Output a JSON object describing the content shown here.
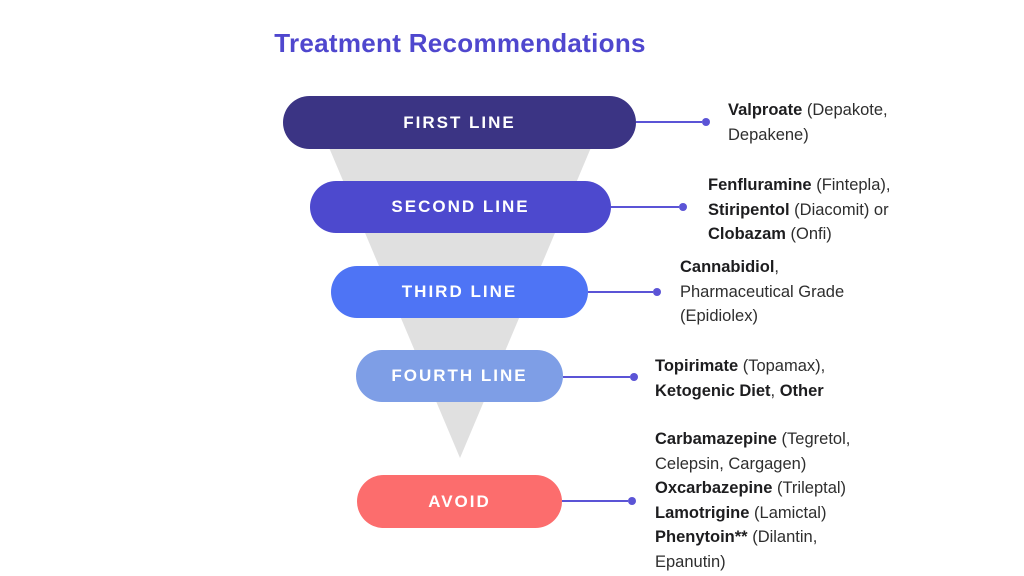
{
  "title": "Treatment Recommendations",
  "colors": {
    "title": "#4F47CE",
    "connector": "#5B54D6",
    "funnel_shadow": "#E0E0E0"
  },
  "levels": [
    {
      "id": "first-line",
      "label": "FIRST LINE",
      "color": "#3B3484",
      "treatment_segments": [
        {
          "t": "Valproate",
          "b": true
        },
        {
          "t": " (Depakote,\nDepakene)",
          "b": false
        }
      ]
    },
    {
      "id": "second-line",
      "label": "SECOND LINE",
      "color": "#4D49CE",
      "treatment_segments": [
        {
          "t": "Fenfluramine",
          "b": true
        },
        {
          "t": " (Fintepla),\n",
          "b": false
        },
        {
          "t": "Stiripentol",
          "b": true
        },
        {
          "t": " (Diacomit) or\n",
          "b": false
        },
        {
          "t": "Clobazam",
          "b": true
        },
        {
          "t": " (Onfi)",
          "b": false
        }
      ]
    },
    {
      "id": "third-line",
      "label": "THIRD LINE",
      "color": "#4E74F5",
      "treatment_segments": [
        {
          "t": "Cannabidiol",
          "b": true
        },
        {
          "t": ",\nPharmaceutical Grade\n(Epidiolex)",
          "b": false
        }
      ]
    },
    {
      "id": "fourth-line",
      "label": "FOURTH LINE",
      "color": "#7E9EE6",
      "treatment_segments": [
        {
          "t": "Topirimate",
          "b": true
        },
        {
          "t": " (Topamax),\n",
          "b": false
        },
        {
          "t": "Ketogenic Diet",
          "b": true
        },
        {
          "t": ", ",
          "b": false
        },
        {
          "t": "Other",
          "b": true
        }
      ]
    },
    {
      "id": "avoid",
      "label": "AVOID",
      "color": "#FC6D6D",
      "treatment_segments": [
        {
          "t": "Carbamazepine",
          "b": true
        },
        {
          "t": " (Tegretol,\nCelepsin, Cargagen)\n",
          "b": false
        },
        {
          "t": "Oxcarbazepine",
          "b": true
        },
        {
          "t": " (Trileptal)\n",
          "b": false
        },
        {
          "t": "Lamotrigine",
          "b": true
        },
        {
          "t": " (Lamictal)\n",
          "b": false
        },
        {
          "t": "Phenytoin**",
          "b": true
        },
        {
          "t": " (Dilantin,\nEpanutin)",
          "b": false
        }
      ]
    }
  ]
}
